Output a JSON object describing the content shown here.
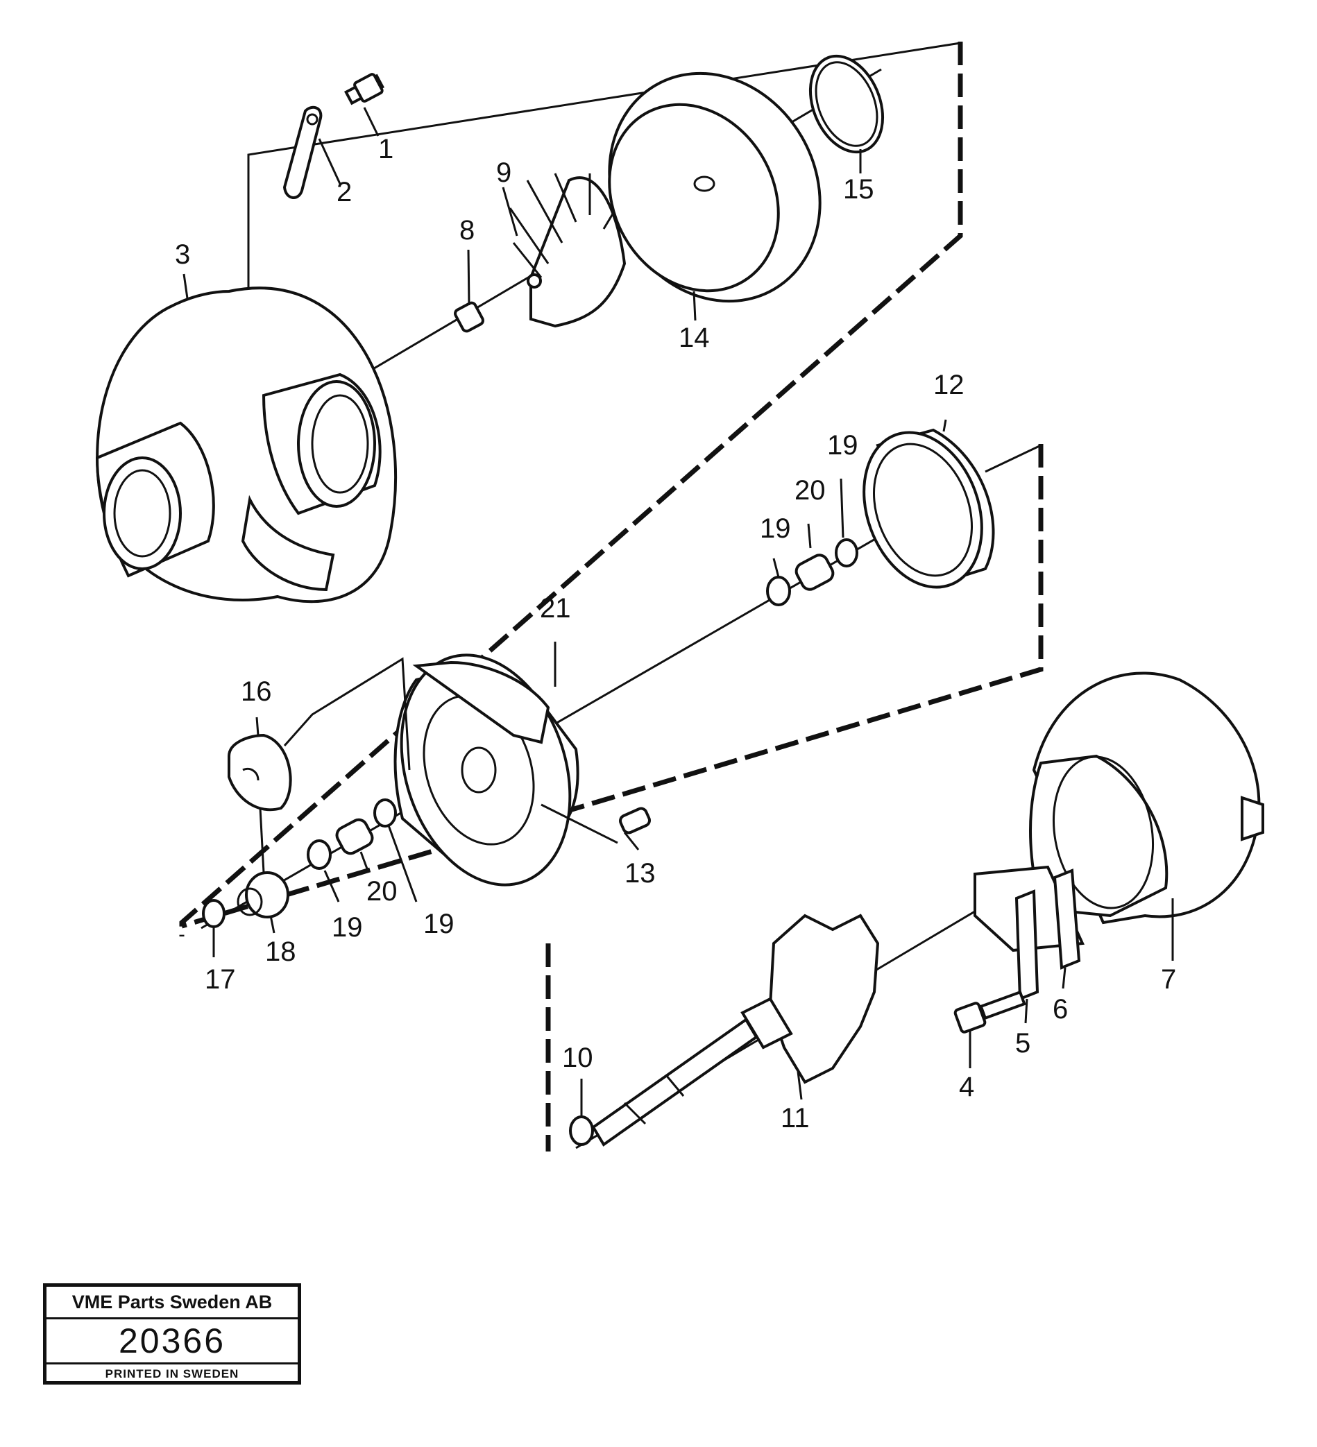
{
  "callouts": {
    "c1": "1",
    "c2": "2",
    "c3": "3",
    "c4": "4",
    "c5": "5",
    "c6": "6",
    "c7": "7",
    "c8": "8",
    "c9": "9",
    "c10": "10",
    "c11": "11",
    "c12": "12",
    "c13": "13",
    "c14": "14",
    "c15": "15",
    "c16": "16",
    "c17": "17",
    "c18": "18",
    "c19a": "19",
    "c19b": "19",
    "c19c": "19",
    "c19d": "19",
    "c20a": "20",
    "c20b": "20",
    "c21": "21"
  },
  "title_block": {
    "company": "VME Parts Sweden AB",
    "drawing_number": "20366",
    "printed": "PRINTED IN SWEDEN"
  }
}
